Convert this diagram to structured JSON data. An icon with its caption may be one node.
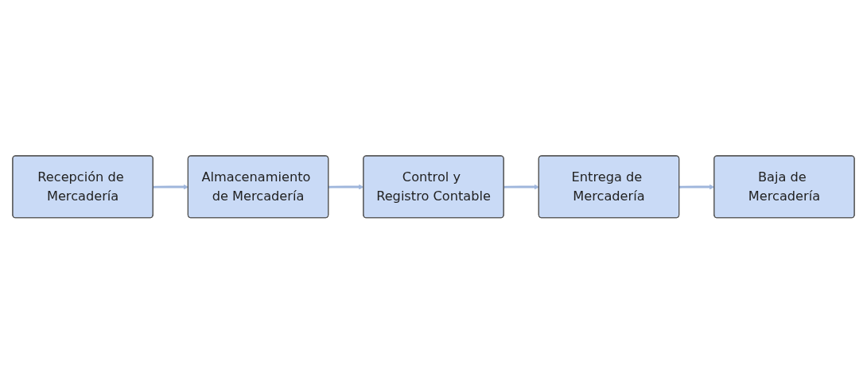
{
  "diagram": {
    "nodes": [
      {
        "text": [
          "Recepción de Mercadería"
        ]
      },
      {
        "text": [
          "Almacenamiento de Mercadería"
        ]
      },
      {
        "text": [
          "Control y Registro Contable"
        ]
      },
      {
        "text": [
          "Entrega de Mercadería"
        ]
      },
      {
        "text": [
          "Baja de Mercadería"
        ]
      }
    ],
    "edges": [
      {
        "from": 0,
        "to": 1,
        "arrow": "to"
      },
      {
        "from": 1,
        "to": 2,
        "arrow": "to"
      },
      {
        "from": 2,
        "to": 3,
        "arrow": "to"
      },
      {
        "from": 3,
        "to": 4,
        "arrow": "to"
      }
    ]
  }
}
